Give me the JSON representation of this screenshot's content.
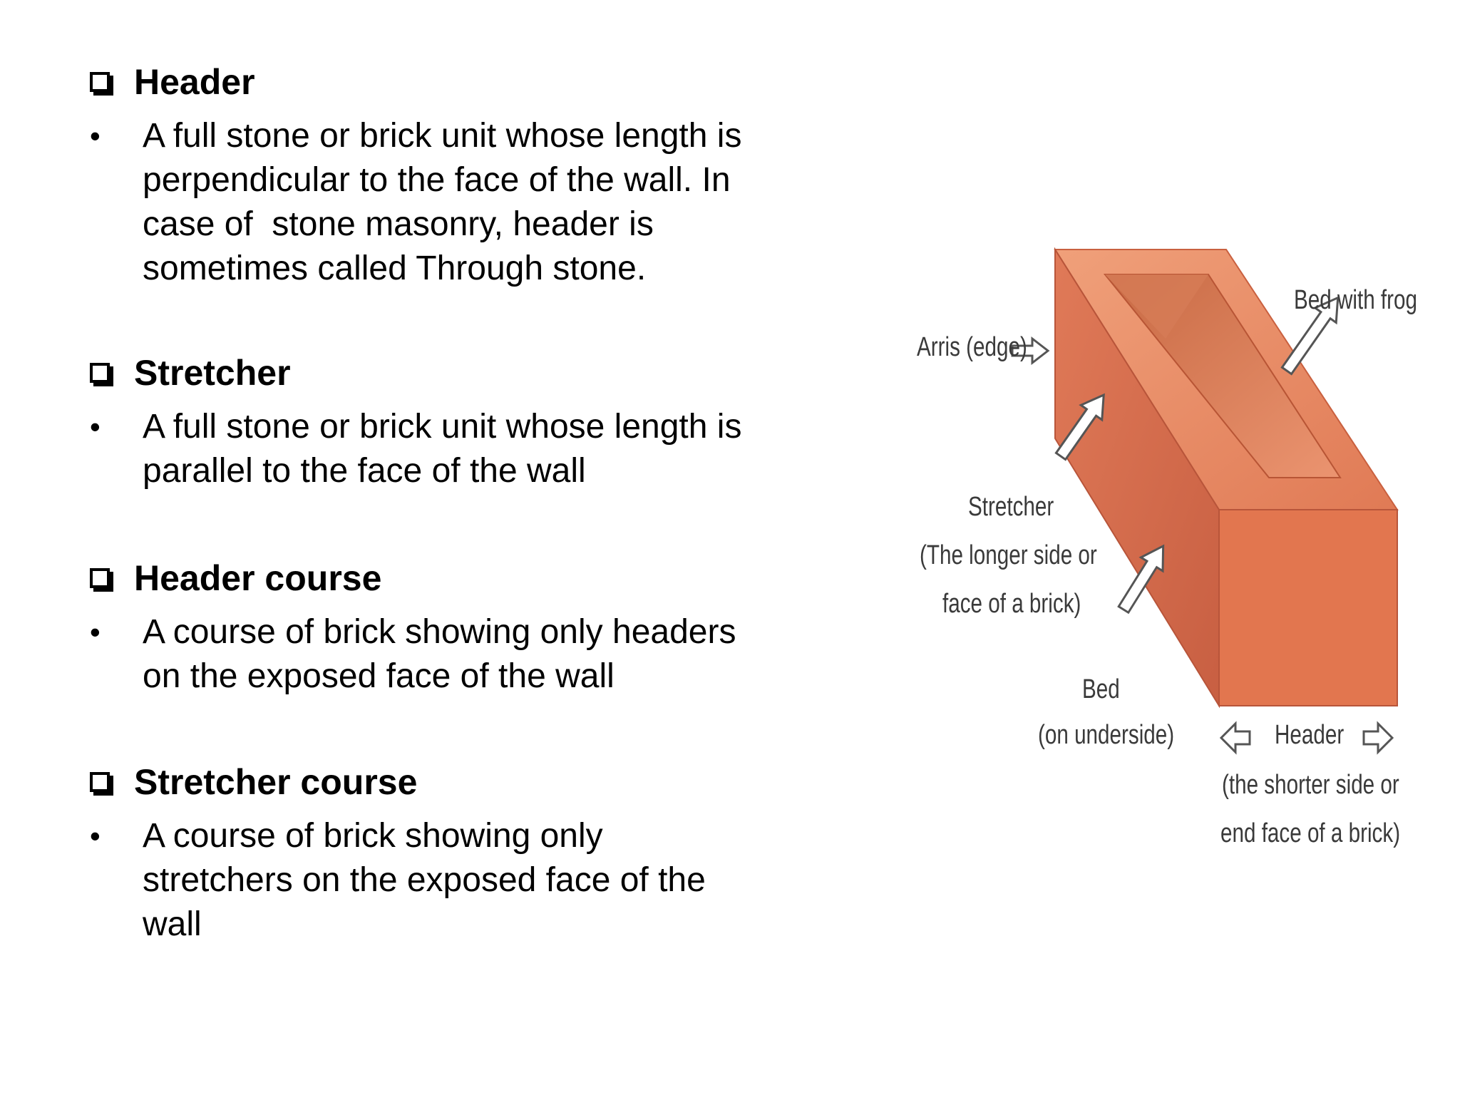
{
  "sections": [
    {
      "term": "Header",
      "definition": "A full stone or brick unit whose length is\nperpendicular to the face of the wall. In\ncase of  stone masonry, header is\nsometimes called Through stone."
    },
    {
      "term": "Stretcher",
      "definition": "A full stone or brick unit whose length is\nparallel to the face of the wall"
    },
    {
      "term": "Header course",
      "definition": "A course of brick showing only headers\non the exposed face of the wall"
    },
    {
      "term": "Stretcher course",
      "definition": "A course of brick showing only\nstretchers on the exposed face of the\nwall"
    }
  ],
  "bullet": "•",
  "figure": {
    "brick_colors": {
      "top": "#e58b66",
      "front": "#d9694a",
      "side": "#e47a56",
      "edge": "#c9603f"
    },
    "labels": {
      "bed_with_frog": "Bed with frog",
      "arris": "Arris (edge)",
      "stretcher": "Stretcher",
      "stretcher_desc_1": "(The longer side or",
      "stretcher_desc_2": "face of a brick)",
      "bed": "Bed",
      "bed_desc": "(on underside)",
      "header": "Header",
      "header_desc_1": "(the shorter side or",
      "header_desc_2": "end face of a brick)"
    }
  }
}
